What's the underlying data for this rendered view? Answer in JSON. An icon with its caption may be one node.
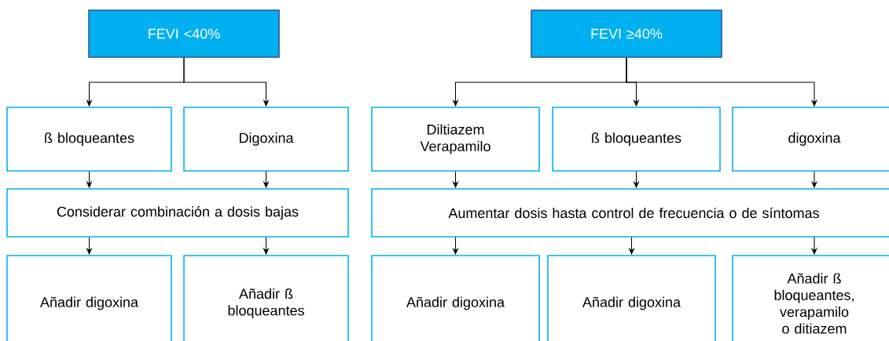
{
  "diagram": {
    "nodes": [
      {
        "text": [
          "FEVI <40%"
        ]
      },
      {
        "text": [
          "FEVI ≥40%"
        ]
      },
      {
        "text": [
          "ß bloqueantes"
        ]
      },
      {
        "text": [
          "Digoxina"
        ]
      },
      {
        "text": [
          "Diltiazem Verapamilo"
        ]
      },
      {
        "text": [
          "ß bloqueantes"
        ]
      },
      {
        "text": [
          "digoxina"
        ]
      },
      {
        "text": [
          "Considerar combinación a dosis bajas"
        ]
      },
      {
        "text": [
          "Aumentar dosis hasta control de frecuencia o de síntomas"
        ]
      },
      {
        "text": [
          "Añadir digoxina"
        ]
      },
      {
        "text": [
          "Añadir ß bloqueantes"
        ]
      },
      {
        "text": [
          "Añadir digoxina"
        ]
      },
      {
        "text": [
          "Añadir digoxina"
        ]
      },
      {
        "text": [
          "Añadir ß bloqueantes, verapamilo o ditiazem"
        ]
      }
    ],
    "edges": [
      {
        "from": 0,
        "to": 2,
        "arrow": "to"
      },
      {
        "from": 0,
        "to": 3,
        "arrow": "to"
      },
      {
        "from": 1,
        "to": 4,
        "arrow": "to"
      },
      {
        "from": 1,
        "to": 5,
        "arrow": "to"
      },
      {
        "from": 1,
        "to": 6,
        "arrow": "to"
      },
      {
        "from": 2,
        "to": 7,
        "arrow": "to"
      },
      {
        "from": 3,
        "to": 7,
        "arrow": "to"
      },
      {
        "from": 4,
        "to": 8,
        "arrow": "to"
      },
      {
        "from": 5,
        "to": 8,
        "arrow": "to"
      },
      {
        "from": 6,
        "to": 8,
        "arrow": "to"
      },
      {
        "from": 7,
        "to": 9,
        "arrow": "to"
      },
      {
        "from": 7,
        "to": 10,
        "arrow": "to"
      },
      {
        "from": 8,
        "to": 11,
        "arrow": "to"
      },
      {
        "from": 8,
        "to": 12,
        "arrow": "to"
      },
      {
        "from": 8,
        "to": 13,
        "arrow": "to"
      }
    ]
  }
}
